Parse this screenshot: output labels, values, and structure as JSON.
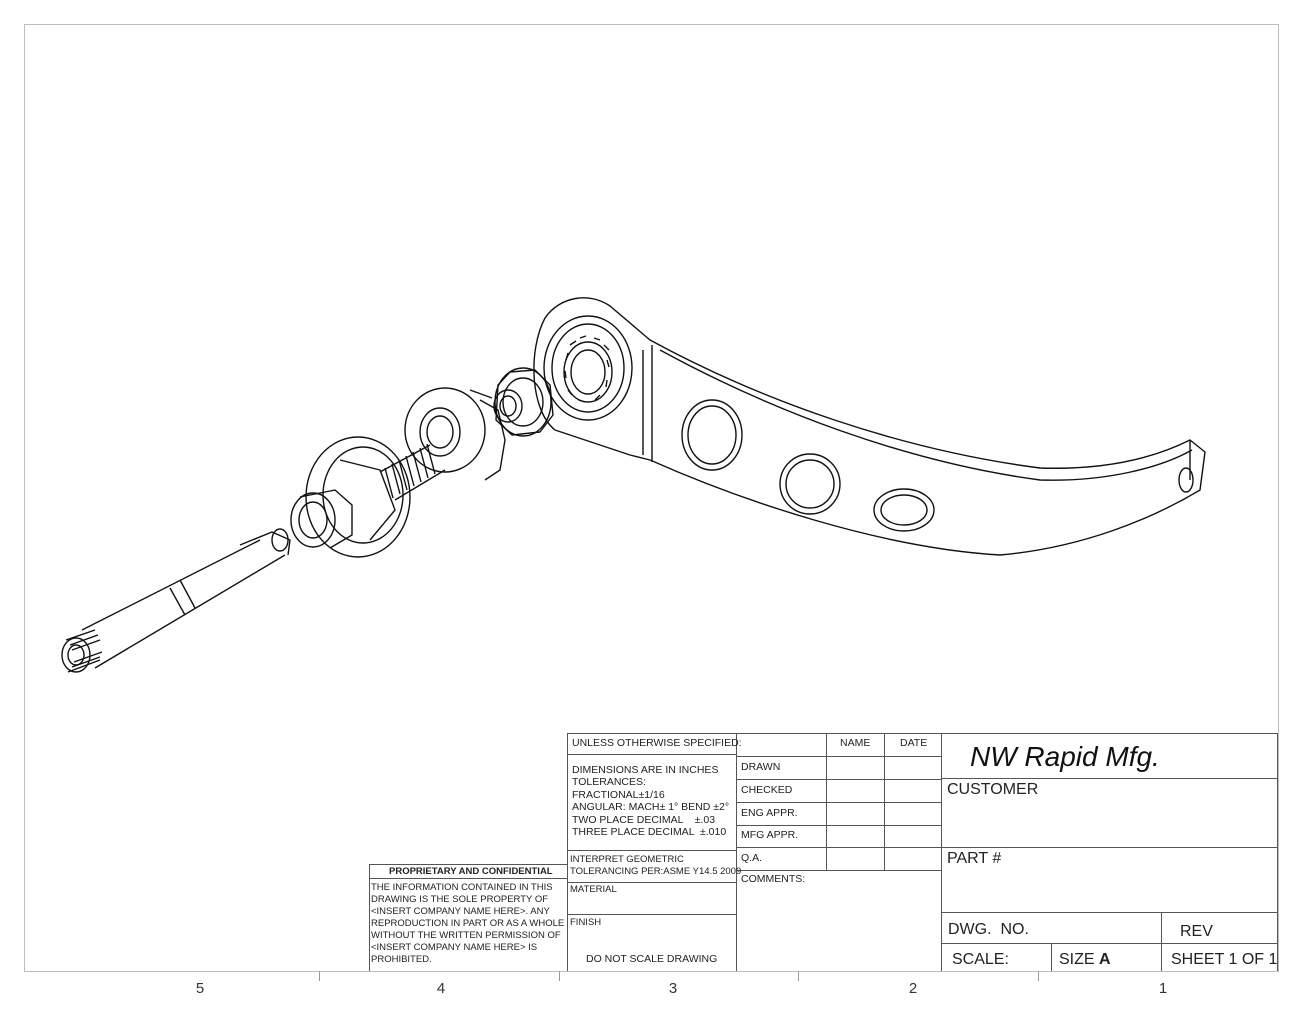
{
  "title_block": {
    "unless_specified": "UNLESS OTHERWISE SPECIFIED:",
    "col_name": "NAME",
    "col_date": "DATE",
    "dims_line1": "DIMENSIONS ARE IN INCHES",
    "dims_line2": "TOLERANCES:",
    "dims_line3": "FRACTIONAL±1/16",
    "dims_line4": "ANGULAR: MACH± 1°  BEND ±2°",
    "dims_line5": "TWO PLACE DECIMAL    ±.03",
    "dims_line6": "THREE PLACE DECIMAL  ±.010",
    "interpret1": "INTERPRET GEOMETRIC",
    "interpret2": "TOLERANCING PER:ASME Y14.5 2009",
    "material": "MATERIAL",
    "finish": "FINISH",
    "no_scale": "DO NOT SCALE DRAWING",
    "drawn": "DRAWN",
    "checked": "CHECKED",
    "eng_appr": "ENG APPR.",
    "mfg_appr": "MFG APPR.",
    "qa": "Q.A.",
    "comments": "COMMENTS:",
    "company": "NW Rapid Mfg.",
    "customer": "CUSTOMER",
    "part_no": "PART #",
    "dwg_no": "DWG.  NO.",
    "rev": "REV",
    "scale": "SCALE:",
    "size_label": "SIZE",
    "size_value": "A",
    "sheet": "SHEET 1 OF 1"
  },
  "proprietary": {
    "heading": "PROPRIETARY AND CONFIDENTIAL",
    "line1": "THE INFORMATION CONTAINED IN THIS",
    "line2": "DRAWING IS THE SOLE PROPERTY OF",
    "line3": "<INSERT COMPANY NAME HERE>.  ANY",
    "line4": "REPRODUCTION IN PART OR AS A WHOLE",
    "line5": "WITHOUT THE WRITTEN PERMISSION OF",
    "line6": "<INSERT COMPANY NAME HERE> IS",
    "line7": "PROHIBITED."
  },
  "zones": [
    "5",
    "4",
    "3",
    "2",
    "1"
  ]
}
